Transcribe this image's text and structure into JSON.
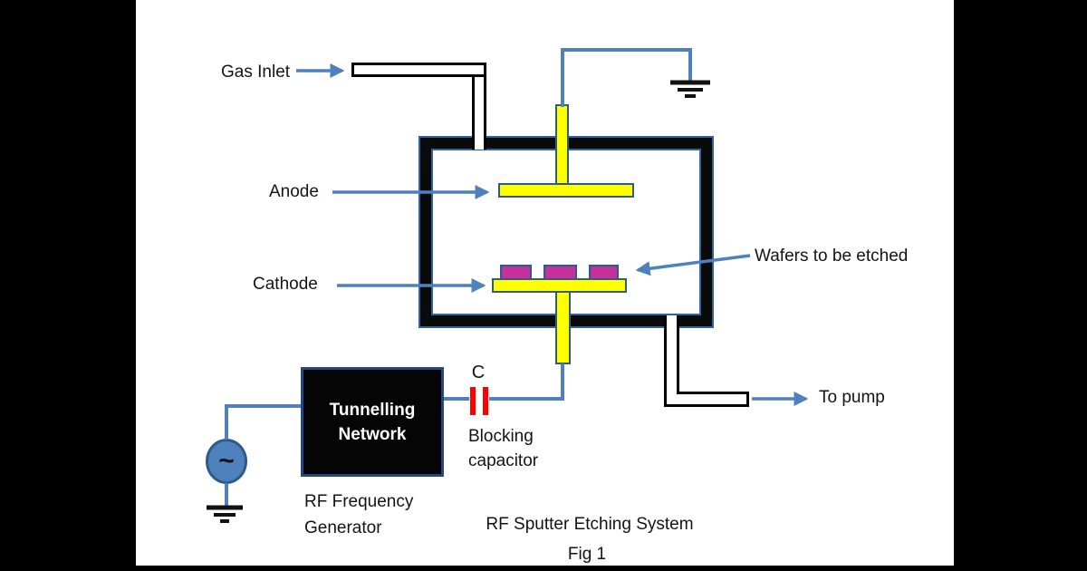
{
  "diagram": {
    "title": "RF Sputter Etching System",
    "caption": "Fig 1",
    "gas_inlet_label": "Gas Inlet",
    "anode_label": "Anode",
    "cathode_label": "Cathode",
    "wafers_label": "Wafers to be etched",
    "to_pump_label": "To pump",
    "capacitor_letter": "C",
    "blocking_capacitor_line1": "Blocking",
    "blocking_capacitor_line2": "capacitor",
    "generator_box_line1": "Tunnelling",
    "generator_box_line2": "Network",
    "generator_label_line1": "RF Frequency",
    "generator_label_line2": "Generator",
    "ac_source_symbol": "~"
  },
  "icons": {
    "ground_symbol": "three stacked horizontal bars",
    "ac_source": "circle with tilde waveform",
    "arrows": "blue pointer arrows"
  },
  "colors": {
    "wire_blue": "#4F81BD",
    "electrode_yellow": "#FFFF00",
    "electrode_border": "#2E5C8A",
    "wafer_magenta": "#C5309C",
    "capacitor_red": "#FF0000",
    "chamber_black": "#0A0A0A",
    "chamber_blue_edge": "#35639F",
    "generator_box_black": "#050505",
    "generator_box_border": "#24477F",
    "letterbox_black": "#000000",
    "text_black": "#141414"
  }
}
